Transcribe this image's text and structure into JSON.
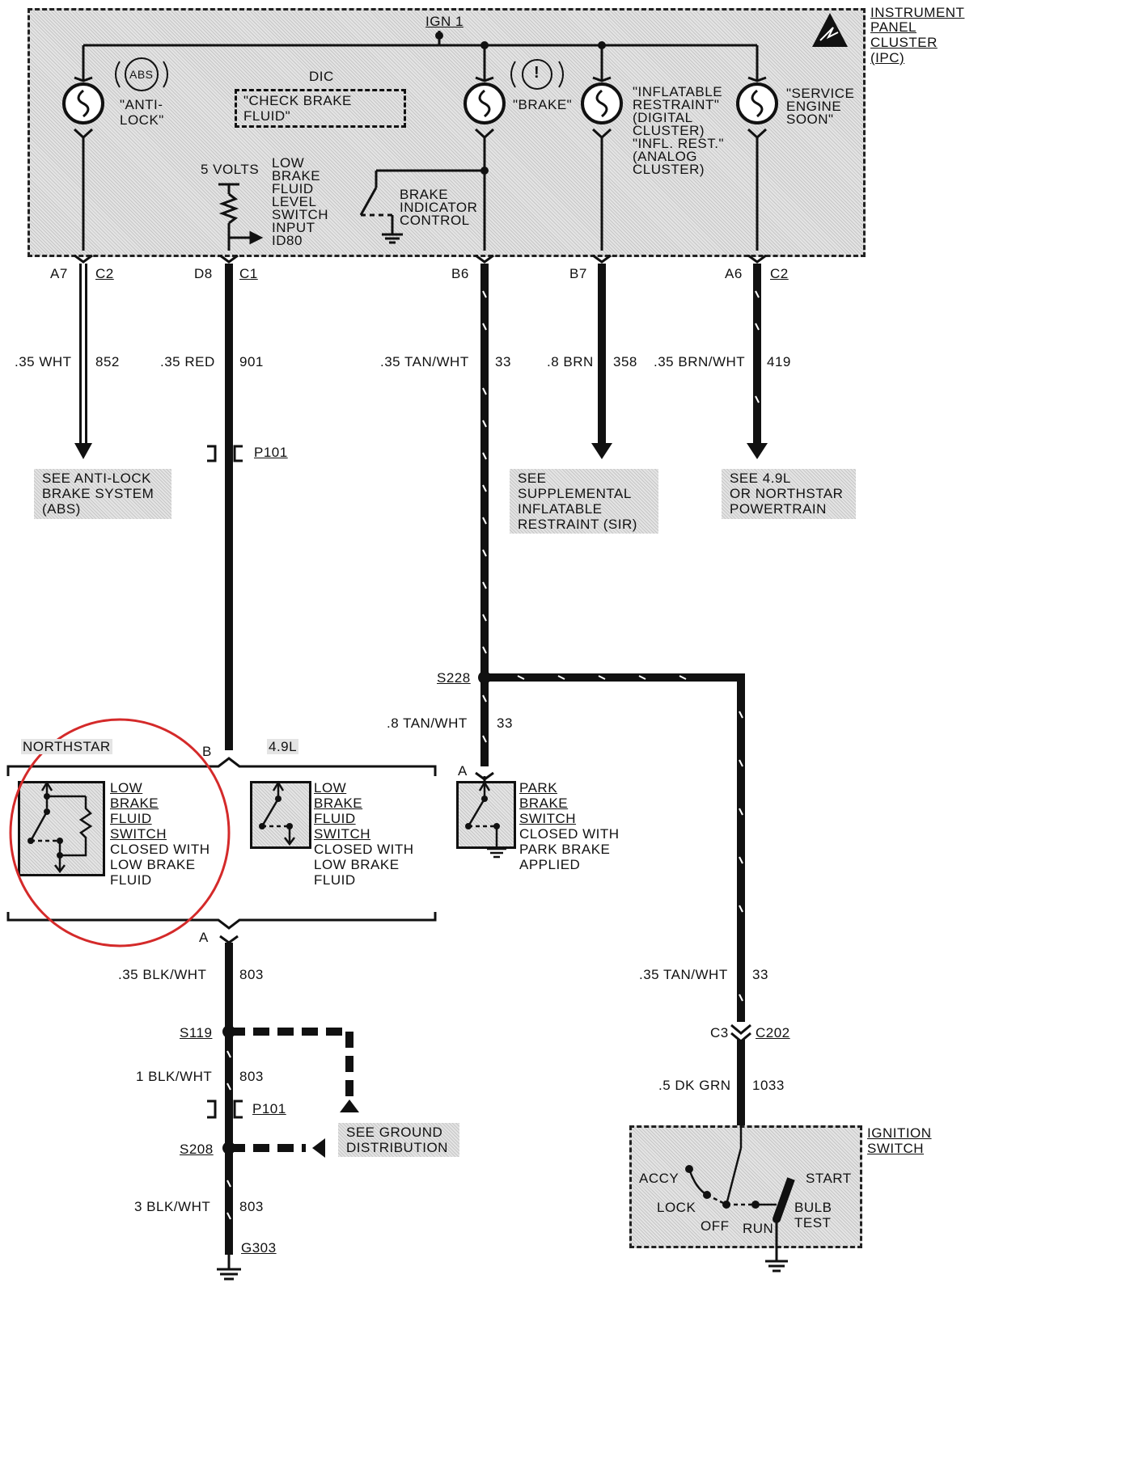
{
  "ipc": {
    "title_lines": [
      "INSTRUMENT",
      "PANEL",
      "CLUSTER",
      "(IPC)"
    ],
    "ign_label": "IGN 1",
    "dic_label": "DIC",
    "dic_message": "\"CHECK BRAKE FLUID\"",
    "abs_symbol": "ABS",
    "brake_symbol": "!",
    "antilock_label": "\"ANTI-\nLOCK\"",
    "brake_label": "\"BRAKE\"",
    "inflatable_label": "\"INFLATABLE\nRESTRAINT\"\n(DIGITAL\nCLUSTER)\n\"INFL. REST.\"\n(ANALOG\nCLUSTER)",
    "service_label": "\"SERVICE\nENGINE\nSOON\"",
    "five_volts": "5 VOLTS",
    "low_brake_input": "LOW\nBRAKE\nFLUID\nLEVEL\nSWITCH\nINPUT\nID80",
    "brake_indicator": "BRAKE\nINDICATOR\nCONTROL"
  },
  "connectors": {
    "a7": "A7",
    "a7_c": "C2",
    "d8": "D8",
    "d8_c": "C1",
    "b6": "B6",
    "b7": "B7",
    "a6": "A6",
    "a6_c": "C2",
    "p101": "P101",
    "p101b": "P101",
    "s228": "S228",
    "s119": "S119",
    "s208": "S208",
    "c3": "C3",
    "c202": "C202",
    "g303": "G303",
    "pin_b": "B",
    "pin_a": "A",
    "pin_a2": "A"
  },
  "wires": {
    "w852": ".35 WHT",
    "w852_n": "852",
    "w901": ".35 RED",
    "w901_n": "901",
    "w33": ".35 TAN/WHT",
    "w33_n": "33",
    "w358": ".8 BRN",
    "w358_n": "358",
    "w419": ".35 BRN/WHT",
    "w419_n": "419",
    "w33b": ".8 TAN/WHT",
    "w33b_n": "33",
    "w33c": ".35 TAN/WHT",
    "w33c_n": "33",
    "w803a": ".35 BLK/WHT",
    "w803a_n": "803",
    "w803b": "1 BLK/WHT",
    "w803b_n": "803",
    "w803c": "3 BLK/WHT",
    "w803c_n": "803",
    "w1033": ".5 DK GRN",
    "w1033_n": "1033"
  },
  "refs": {
    "abs": "SEE ANTI-LOCK\nBRAKE SYSTEM\n(ABS)",
    "sir": "SEE\nSUPPLEMENTAL\nINFLATABLE\nRESTRAINT (SIR)",
    "north": "SEE 4.9L\nOR NORTHSTAR\nPOWERTRAIN",
    "ground": "SEE GROUND\nDISTRIBUTION"
  },
  "switches": {
    "northstar": "NORTHSTAR",
    "l49": "4.9L",
    "lbf_title": "LOW\nBRAKE\nFLUID\nSWITCH",
    "lbf_desc": "CLOSED WITH\nLOW BRAKE\nFLUID",
    "lbf_title2": "LOW\nBRAKE\nFLUID\nSWITCH",
    "lbf_desc2": "CLOSED WITH\nLOW BRAKE\nFLUID",
    "park_title": "PARK\nBRAKE\nSWITCH",
    "park_desc": "CLOSED WITH\nPARK BRAKE\nAPPLIED"
  },
  "ignition": {
    "title": "IGNITION\nSWITCH",
    "accy": "ACCY",
    "start": "START",
    "lock": "LOCK",
    "off": "OFF",
    "run": "RUN",
    "bulb": "BULB\nTEST"
  },
  "colors": {
    "ink": "#111111",
    "highlight": "#d42a2a",
    "shade": "#e4e4e4"
  }
}
